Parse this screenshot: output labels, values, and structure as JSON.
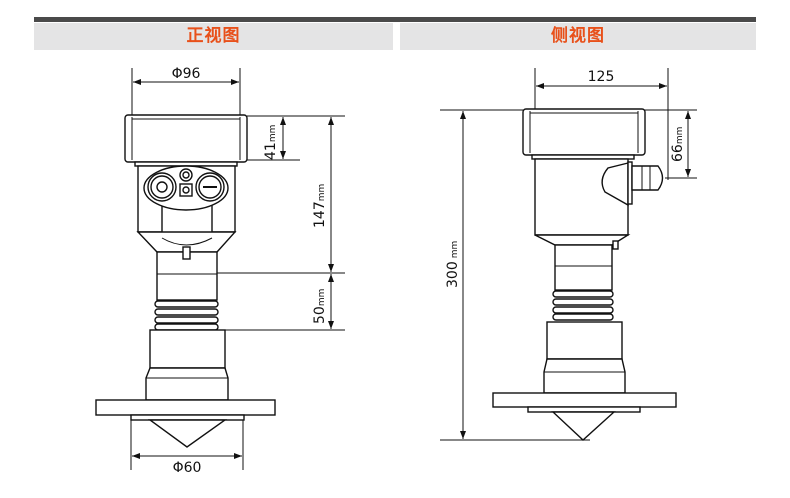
{
  "headers": {
    "front": "正视图",
    "side": "侧视图"
  },
  "front": {
    "top_diameter": "Φ96",
    "bottom_diameter": "Φ60",
    "cap_height": "41",
    "body_height": "147",
    "neck_height": "50",
    "unit": "mm"
  },
  "side": {
    "width": "125",
    "gland_height": "66",
    "total_height": "300",
    "unit": "mm"
  }
}
